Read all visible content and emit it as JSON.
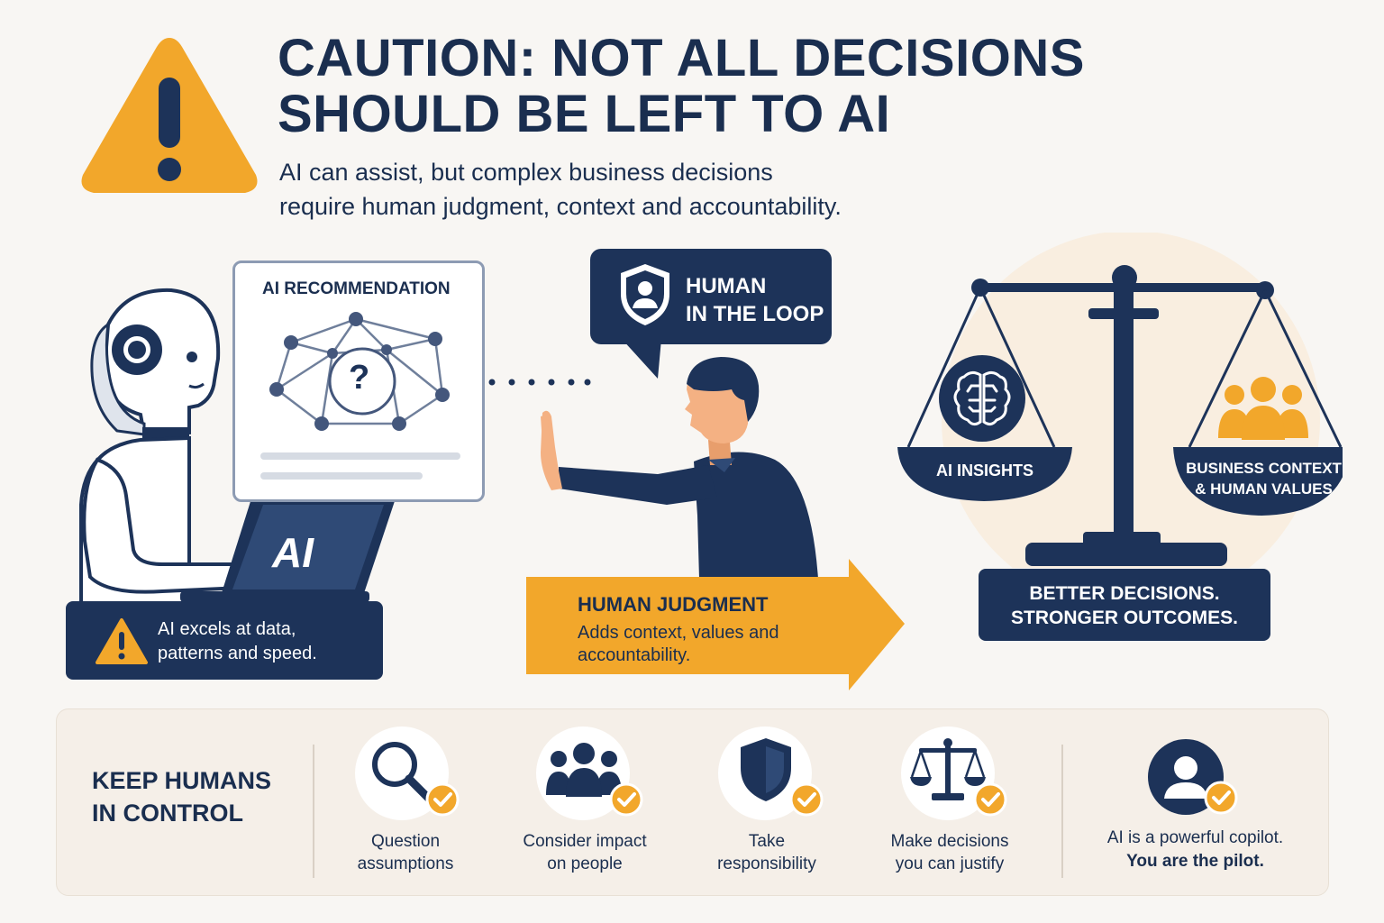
{
  "header": {
    "title_line1": "CAUTION: NOT ALL DECISIONS",
    "title_line2": "SHOULD BE LEFT TO AI",
    "subtitle_line1": "AI can assist, but complex business decisions",
    "subtitle_line2": "require human judgment, context and accountability."
  },
  "recommendation": {
    "title": "AI RECOMMENDATION",
    "symbol": "?"
  },
  "laptop": {
    "screen_label": "AI"
  },
  "ai_note": {
    "line1": "AI excels at data,",
    "line2": "patterns and speed."
  },
  "human_loop": {
    "line1": "HUMAN",
    "line2": "IN THE LOOP"
  },
  "judgment": {
    "title": "HUMAN JUDGMENT",
    "desc_line1": "Adds context, values and",
    "desc_line2": "accountability."
  },
  "scale": {
    "left_label": "AI INSIGHTS",
    "right_label_line1": "BUSINESS CONTEXT",
    "right_label_line2": "& HUMAN VALUES",
    "result_line1": "BETTER DECISIONS.",
    "result_line2": "STRONGER OUTCOMES."
  },
  "control": {
    "heading_line1": "KEEP HUMANS",
    "heading_line2": "IN CONTROL",
    "items": [
      {
        "icon": "magnifier-icon",
        "line1": "Question",
        "line2": "assumptions"
      },
      {
        "icon": "people-icon",
        "line1": "Consider impact",
        "line2": "on people"
      },
      {
        "icon": "shield-icon",
        "line1": "Take",
        "line2": "responsibility"
      },
      {
        "icon": "scale-icon",
        "line1": "Make decisions",
        "line2": "you can justify"
      }
    ],
    "pilot_line1": "AI is a powerful copilot.",
    "pilot_line2": "You are the pilot."
  },
  "colors": {
    "navy": "#1d3359",
    "amber": "#f2a72b",
    "background": "#f8f6f3"
  }
}
